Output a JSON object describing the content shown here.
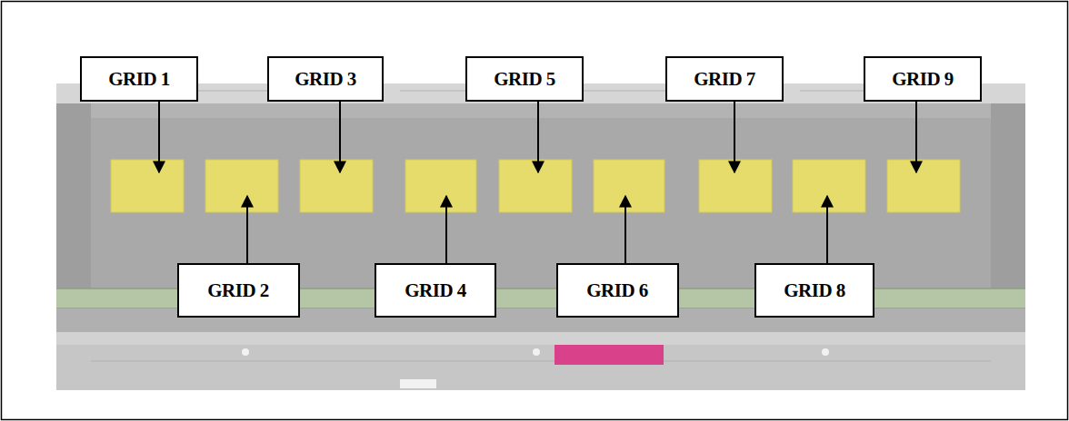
{
  "diagram": {
    "nodes": [
      {
        "text": [
          "GRID 1"
        ]
      },
      {
        "text": [
          "GRID 2"
        ]
      },
      {
        "text": [
          "GRID 3"
        ]
      },
      {
        "text": [
          "GRID 4"
        ]
      },
      {
        "text": [
          "GRID 5"
        ]
      },
      {
        "text": [
          "GRID 6"
        ]
      },
      {
        "text": [
          "GRID 7"
        ]
      },
      {
        "text": [
          "GRID 8"
        ]
      },
      {
        "text": [
          "GRID 9"
        ]
      }
    ]
  }
}
